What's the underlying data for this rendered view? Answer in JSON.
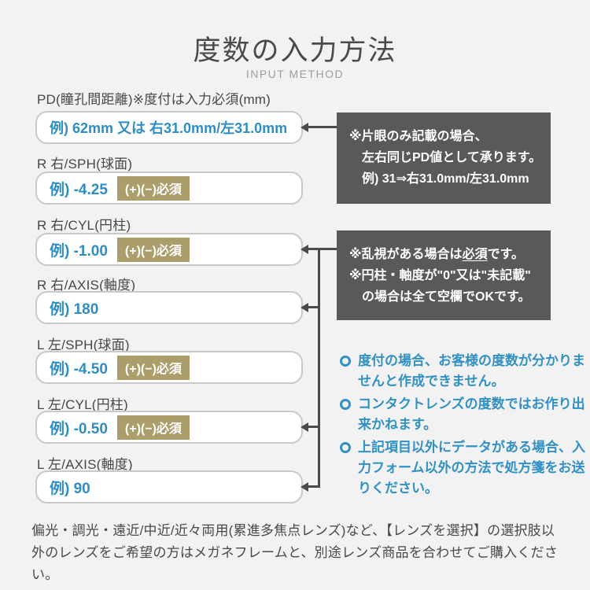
{
  "page": {
    "title": "度数の入力方法",
    "subtitle": "INPUT METHOD"
  },
  "fields": [
    {
      "label": "PD(瞳孔間距離)※度付は入力必須(mm)",
      "example": "例) 62mm 又は 右31.0mm/左31.0mm"
    },
    {
      "label": "R 右/SPH(球面)",
      "example": "例) -4.25",
      "badge": "(+)(−)必須"
    },
    {
      "label": "R 右/CYL(円柱)",
      "example": "例) -1.00",
      "badge": "(+)(−)必須"
    },
    {
      "label": "R 右/AXIS(軸度)",
      "example": "例) 180"
    },
    {
      "label": "L 左/SPH(球面)",
      "example": "例) -4.50",
      "badge": "(+)(−)必須"
    },
    {
      "label": "L 左/CYL(円柱)",
      "example": "例) -0.50",
      "badge": "(+)(−)必須"
    },
    {
      "label": "L 左/AXIS(軸度)",
      "example": "例) 90"
    }
  ],
  "pd_note": {
    "lines": [
      "※片眼のみ記載の場合、",
      "左右同じPD値として承ります。",
      "例) 31⇒右31.0mm/左31.0mm"
    ]
  },
  "cyl_note": {
    "line1_prefix": "※乱視がある場合は",
    "line1_em": "必須",
    "line1_suffix": "です。",
    "line2": "※円柱・軸度が\"0\"又は\"未記載\"",
    "line3": "の場合は全て空欄でOKです。"
  },
  "blue_notes": [
    "度付の場合、お客様の度数が分かりませんと作成できません。",
    "コンタクトレンズの度数ではお作り出来かねます。",
    "上記項目以外にデータがある場合、入力フォーム以外の方法で処方箋をお送りください。"
  ],
  "footer": "偏光・調光・遠近/中近/近々両用(累進多焦点レンズ)など、【レンズを選択】の選択肢以外のレンズをご希望の方はメガネフレームと、別途レンズ商品を合わせてご購入ください。",
  "colors": {
    "accent_blue": "#2e8ec4",
    "badge_gold": "#ac9e6b",
    "note_box_gray": "#5a5858",
    "arrow_gray": "#4c4a4a",
    "background": "#f2f2f2"
  }
}
